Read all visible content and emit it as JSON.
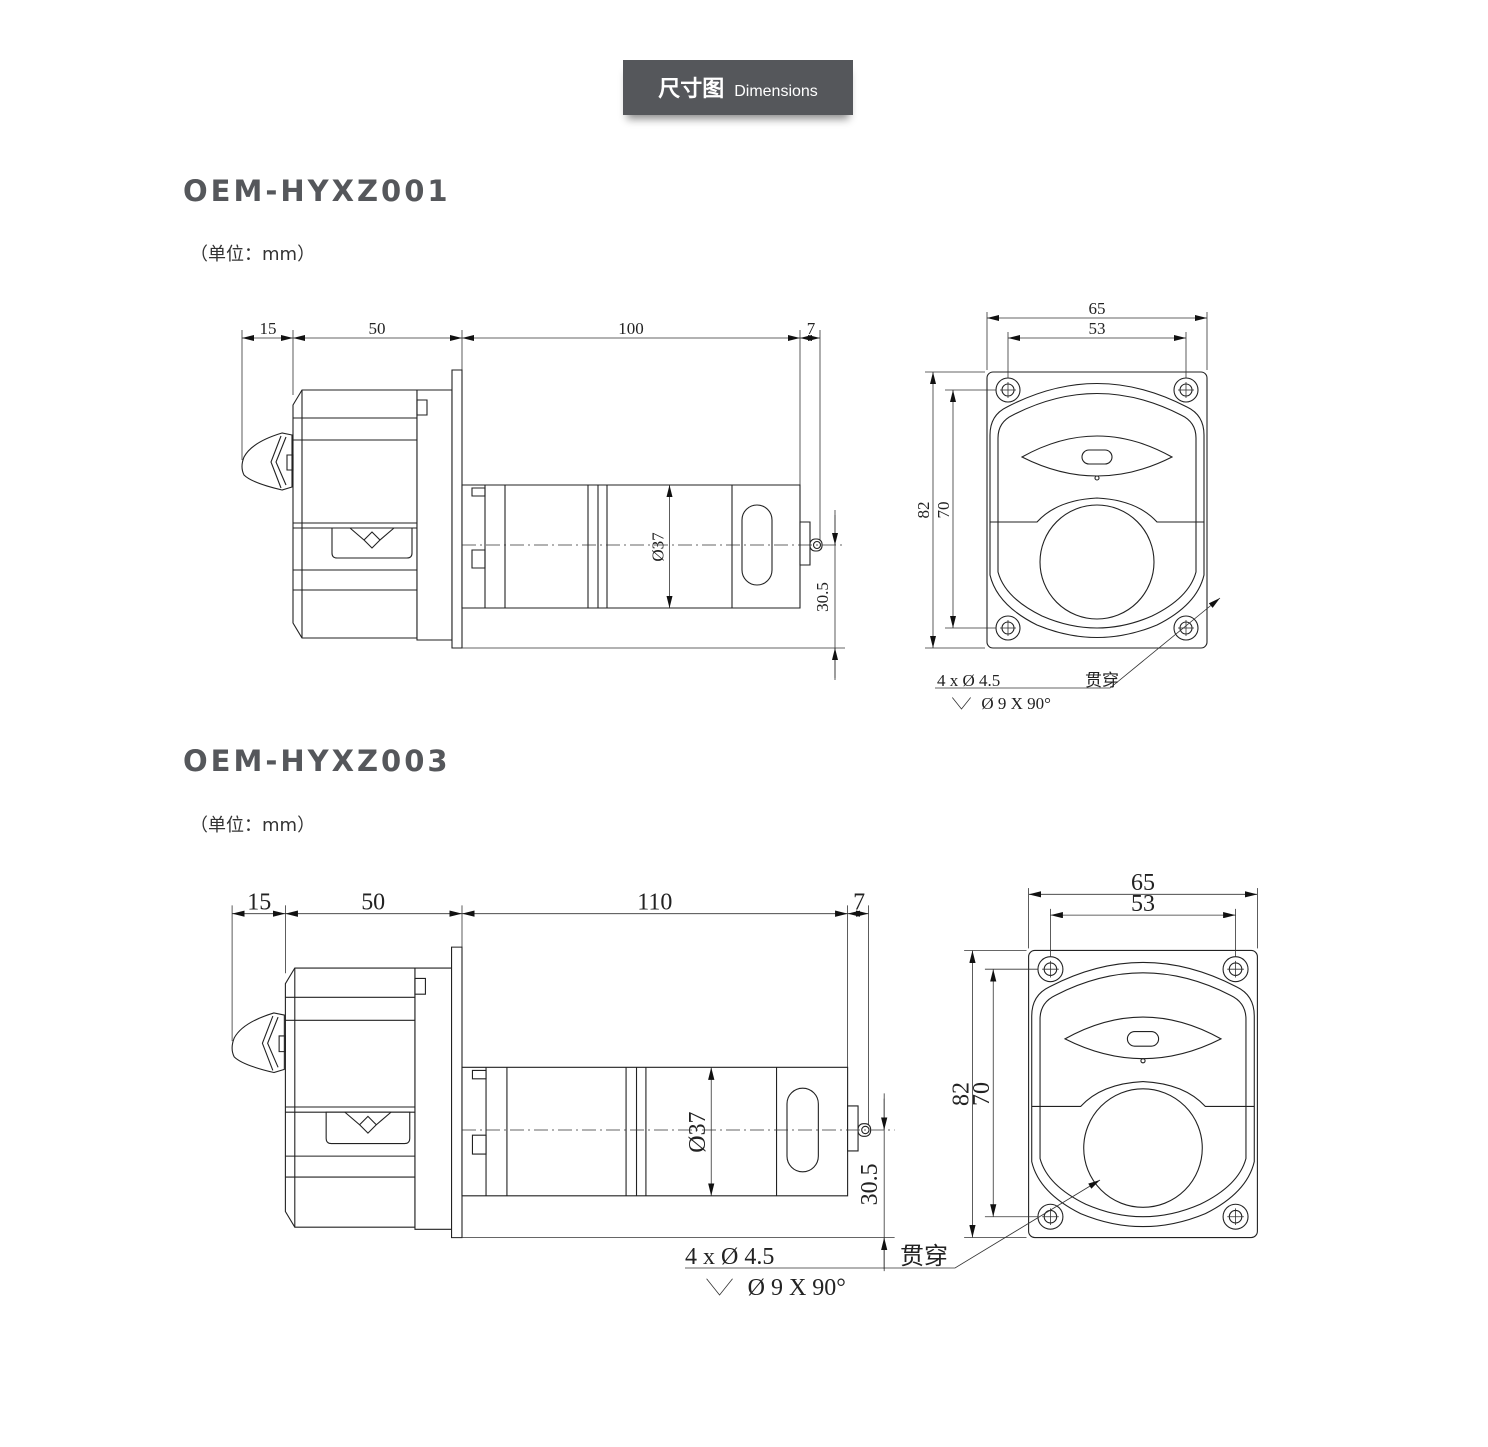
{
  "header": {
    "title_cn": "尺寸图",
    "title_en": "Dimensions",
    "background": "#55575b"
  },
  "drawings": [
    {
      "model": "OEM-HYXZ001",
      "unit": "（单位：mm）",
      "side_view": {
        "knob": "15",
        "head": "50",
        "motor": "100",
        "shaft": "7",
        "diameter": "Ø37",
        "shaft_height": "30.5"
      },
      "front_view": {
        "width": "65",
        "hole_span_w": "53",
        "height": "82",
        "hole_span_h": "70"
      },
      "callout": {
        "holes": "4 x  Ø  4.5",
        "through": "贯穿",
        "countersink": "Ø  9  X  90°"
      }
    },
    {
      "model": "OEM-HYXZ003",
      "unit": "（单位：mm）",
      "side_view": {
        "knob": "15",
        "head": "50",
        "motor": "110",
        "shaft": "7",
        "diameter": "Ø37",
        "shaft_height": "30.5"
      },
      "front_view": {
        "width": "65",
        "hole_span_w": "53",
        "height": "82",
        "hole_span_h": "70"
      },
      "callout": {
        "holes": "4  x   Ø   4.5",
        "through": "贯穿",
        "countersink": "Ø   9   X   90°"
      }
    }
  ]
}
